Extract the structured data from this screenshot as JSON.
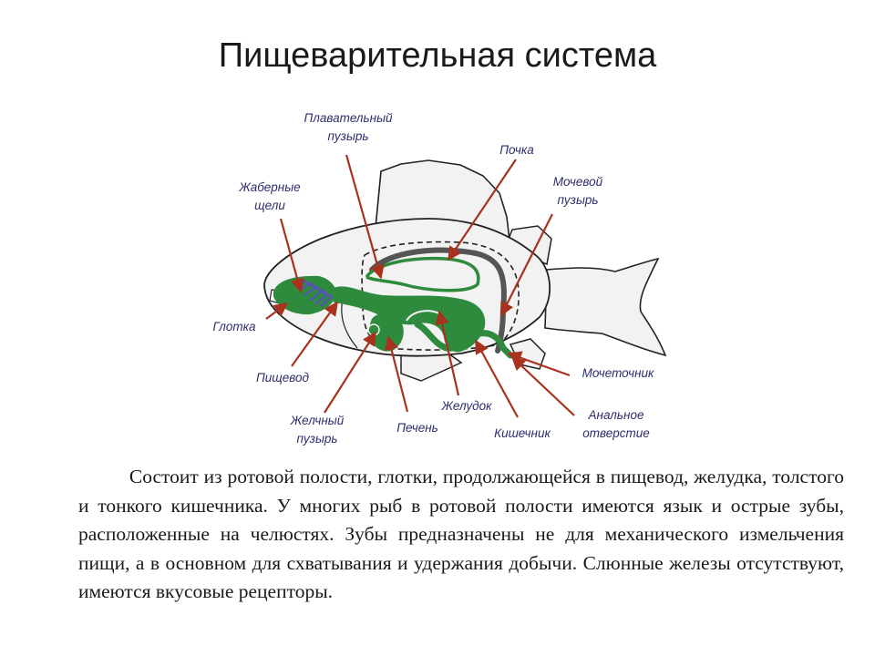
{
  "slide": {
    "title": "Пищеварительная система",
    "body": "Состоит из ротовой полости, глотки, продолжающейся в пищевод, желудка, толстого и тонкого кишечника. У многих рыб в ротовой полости имеются язык и острые зубы, расположенные на челюстях. Зубы предназначены не для механического измельчения пищи, а в основном для схватывания и удержания добычи. Слюнные железы отсутствуют, имеются вкусовые рецепторы."
  },
  "diagram": {
    "labels": {
      "swim_bladder": [
        "Плавательный",
        "пузырь"
      ],
      "kidney": "Почка",
      "urinary_bladder": [
        "Мочевой",
        "пузырь"
      ],
      "gill_slits": [
        "Жаберные",
        "щели"
      ],
      "pharynx": "Глотка",
      "esophagus": "Пищевод",
      "gallbladder": [
        "Желчный",
        "пузырь"
      ],
      "liver": "Печень",
      "stomach": "Желудок",
      "intestine": "Кишечник",
      "ureter": "Мочеточник",
      "anus": [
        "Анальное",
        "отверстие"
      ]
    },
    "colors": {
      "organ_green": "#2e8b3e",
      "kidney_gray": "#555555",
      "gills_blue": "#5555b0",
      "pointer_red": "#a8321e",
      "label_text": "#2e2e6e"
    }
  }
}
